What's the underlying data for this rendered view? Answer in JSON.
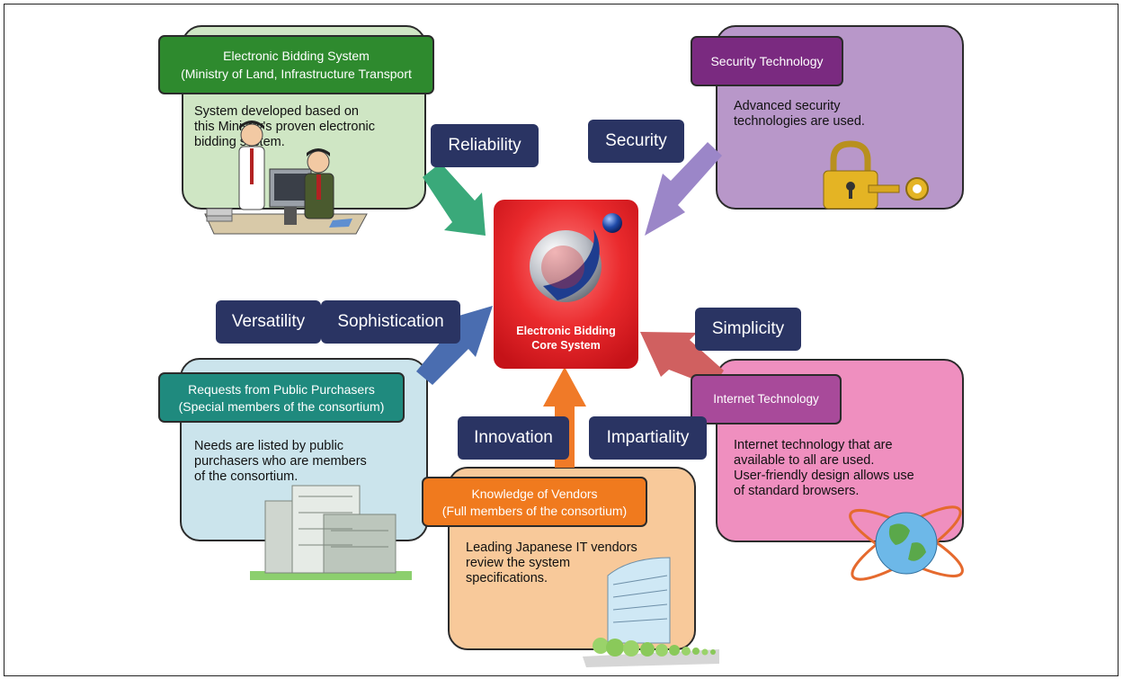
{
  "center": {
    "title_line1": "Electronic Bidding",
    "title_line2": "Core System"
  },
  "panels": {
    "ministry": {
      "tag_line1": "Electronic Bidding System",
      "tag_line2": "(Ministry of Land, Infrastructure Transport",
      "body": [
        "System developed based on",
        "this Ministry's proven electronic",
        "bidding system."
      ]
    },
    "security": {
      "tag": "Security Technology",
      "body": [
        "Advanced security",
        "technologies are used."
      ]
    },
    "requests": {
      "tag_line1": "Requests from Public Purchasers",
      "tag_line2": "(Special members of the consortium)",
      "body": [
        "Needs are listed by public",
        "purchasers who are members",
        "of the consortium."
      ]
    },
    "vendors": {
      "tag_line1": "Knowledge of Vendors",
      "tag_line2": "(Full members of the consortium)",
      "body": [
        "Leading Japanese IT vendors",
        "review the system",
        "specifications."
      ]
    },
    "internet": {
      "tag": "Internet Technology",
      "body": [
        "Internet technology that are",
        "available to all are used.",
        "User-friendly design allows use",
        "of standard browsers."
      ]
    }
  },
  "attributes": {
    "reliability": "Reliability",
    "security": "Security",
    "versatility": "Versatility",
    "sophistication": "Sophistication",
    "simplicity": "Simplicity",
    "innovation": "Innovation",
    "impartiality": "Impartiality"
  },
  "colors": {
    "green_tag": "#2e8a2e",
    "green_panel": "#cfe6c4",
    "purple_tag": "#7a2a80",
    "purple_panel": "#b897c9",
    "teal_tag": "#1f8a7e",
    "blue_panel": "#cbe4ec",
    "orange_tag": "#f07a1e",
    "orange_panel": "#f8c99a",
    "magenta_tag": "#a84a9a",
    "pink_panel": "#ef8fbf",
    "navy_pill": "#2a3463",
    "core_red": "#e0262b"
  }
}
